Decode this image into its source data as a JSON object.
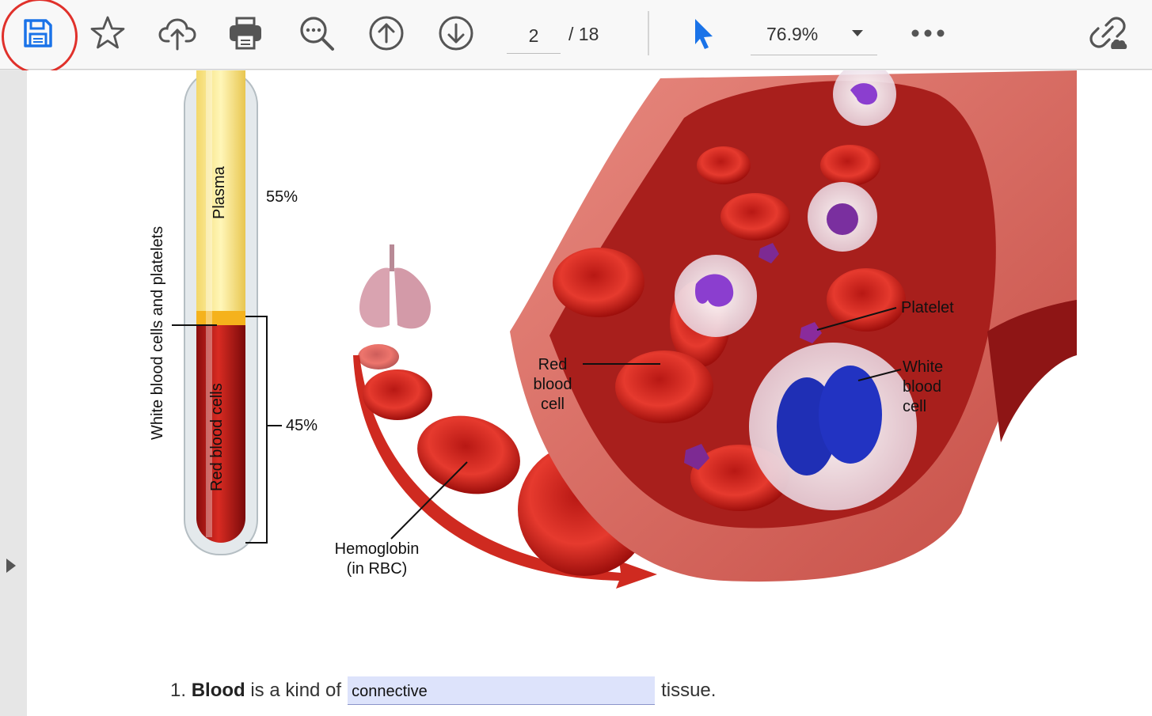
{
  "toolbar": {
    "page_current": "2",
    "page_total": "/ 18",
    "zoom": "76.9%",
    "buttons": [
      "save-icon",
      "star-icon",
      "upload-cloud-icon",
      "print-icon",
      "zoom-search-icon",
      "page-up-icon",
      "page-down-icon",
      "select-cursor-icon",
      "more-icon",
      "share-link-icon"
    ]
  },
  "figure": {
    "plasma_label": "Plasma",
    "plasma_pct": "55%",
    "wbc_platelets_label": "White blood cells and platelets",
    "rbc_label": "Red blood cells",
    "rbc_pct": "45%",
    "hemoglobin_label": [
      "Hemoglobin",
      "(in RBC)"
    ],
    "red_blood_cell_label": [
      "Red",
      "blood",
      "cell"
    ],
    "platelet_label": "Platelet",
    "white_blood_cell_label": [
      "White",
      "blood",
      "cell"
    ]
  },
  "question": {
    "number": "1.",
    "bold_word": "Blood",
    "prefix": "is a kind of",
    "answer": "connective",
    "suffix": "tissue."
  },
  "colors": {
    "accent_blue": "#1a73e8",
    "highlight_red": "#e0312b",
    "field_bg": "#dde3fb"
  }
}
